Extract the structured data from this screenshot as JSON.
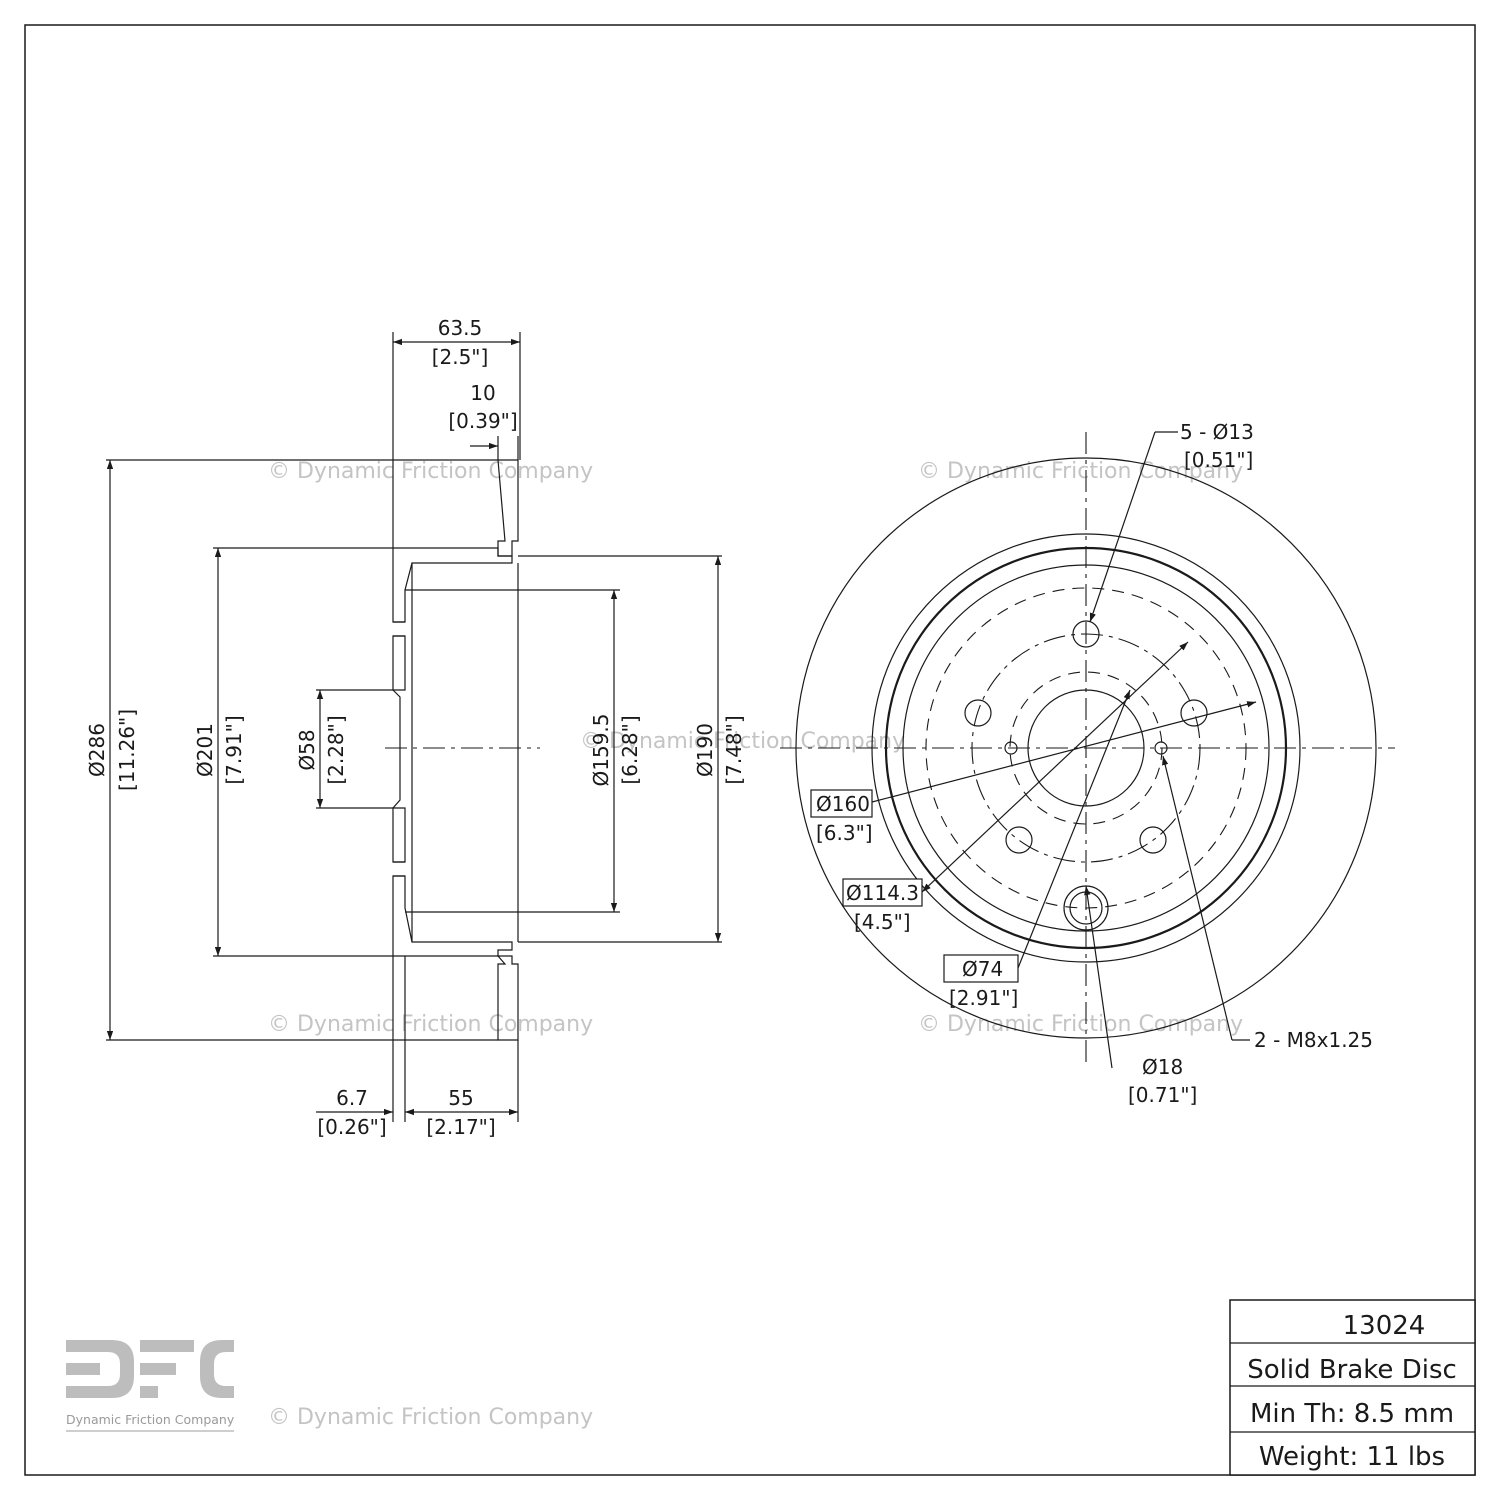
{
  "watermark": "© Dynamic Friction Company",
  "logo": {
    "letters": "DFC",
    "caption": "Dynamic Friction Company"
  },
  "side_view": {
    "dims": {
      "overall_width": {
        "mm": "63.5",
        "in": "[2.5\"]"
      },
      "rotor_thickness": {
        "mm": "10",
        "in": "[0.39\"]"
      },
      "outer_diameter": {
        "mm": "Ø286",
        "in": "[11.26\"]"
      },
      "hat_outer_diameter": {
        "mm": "Ø201",
        "in": "[7.91\"]"
      },
      "center_bore": {
        "mm": "Ø58",
        "in": "[2.28\"]"
      },
      "inner_drum_diameter": {
        "mm": "Ø159.5",
        "in": "[6.28\"]"
      },
      "hat_diameter": {
        "mm": "Ø190",
        "in": "[7.48\"]"
      },
      "hat_wall": {
        "mm": "6.7",
        "in": "[0.26\"]"
      },
      "hat_height": {
        "mm": "55",
        "in": "[2.17\"]"
      }
    }
  },
  "front_view": {
    "callouts": {
      "lug_holes": {
        "mm": "5 - Ø13",
        "in": "[0.51\"]"
      },
      "bolt_circle_outer": {
        "mm": "Ø160",
        "in": "[6.3\"]"
      },
      "bolt_circle": {
        "mm": "Ø114.3",
        "in": "[4.5\"]"
      },
      "center_hole": {
        "mm": "Ø74",
        "in": "[2.91\"]"
      },
      "access_hole": {
        "mm": "Ø18",
        "in": "[0.71\"]"
      },
      "threaded_holes": {
        "mm": "2 - M8x1.25"
      }
    }
  },
  "title_block": {
    "part_number": "13024",
    "description": "Solid Brake Disc",
    "min_thickness": "Min Th: 8.5 mm",
    "weight": "Weight: 11 lbs"
  }
}
